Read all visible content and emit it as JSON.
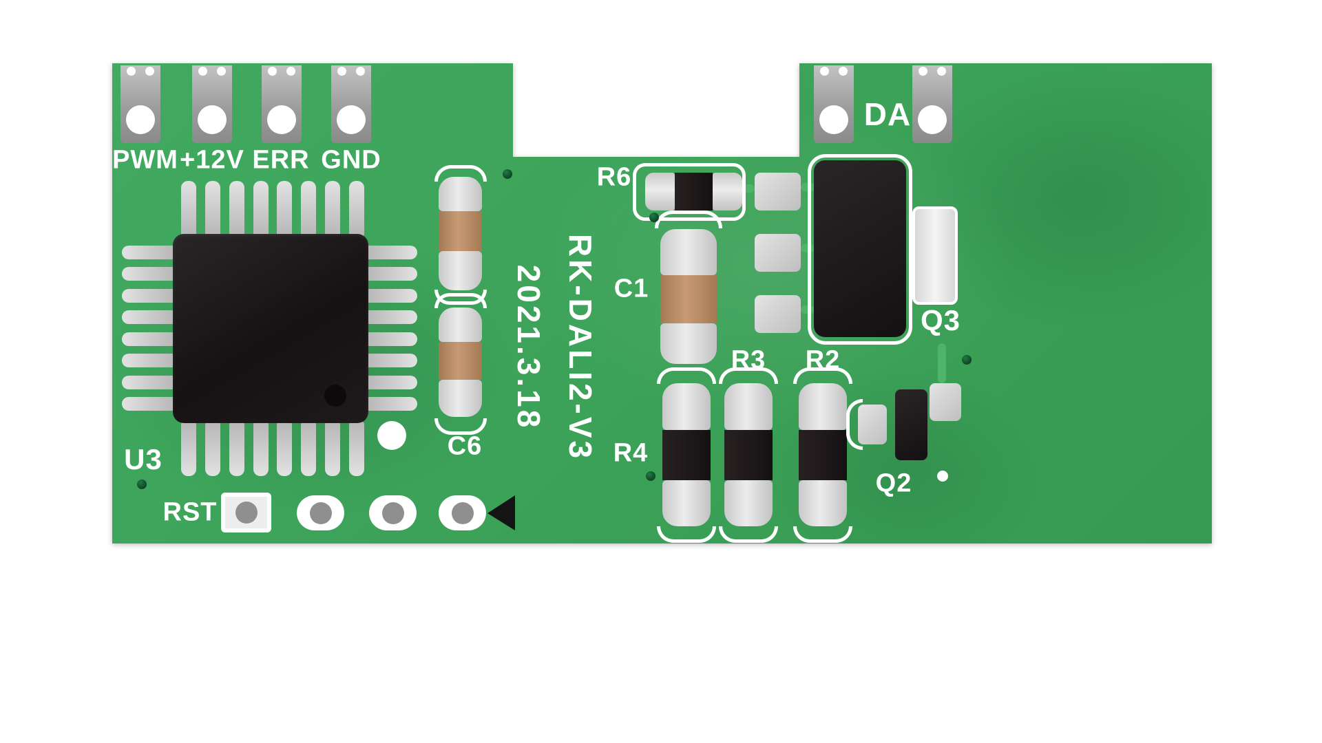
{
  "connectors": {
    "pwm": "PWM",
    "v12": "+12V",
    "err": "ERR",
    "gnd": "GND",
    "da": "DA"
  },
  "silkscreen": {
    "model": "RK-DALI2-V3",
    "date": "2021.3.18",
    "u3": "U3",
    "c6": "C6",
    "c1": "C1",
    "r6": "R6",
    "r4": "R4",
    "r3": "R3",
    "r2": "R2",
    "q3": "Q3",
    "q2": "Q2",
    "rst": "RST"
  },
  "colors": {
    "background": "#ffffff",
    "board_green": "#3ba55b",
    "silkscreen_white": "#ffffff",
    "pad_silver": "#c9c9c9",
    "chip_black": "#1a1617",
    "component_tan": "#c08d6b"
  }
}
